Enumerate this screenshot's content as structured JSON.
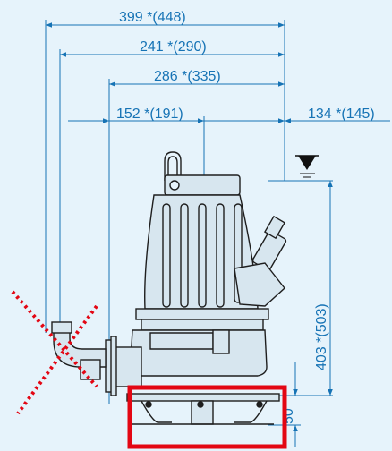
{
  "diagram": {
    "colors": {
      "background": "#e6f3fb",
      "dimension": "#1673b5",
      "outline": "#1e1e1e",
      "body_fill": "#d7e6ef",
      "highlight_red": "#e30613",
      "cross_red": "#e30613"
    },
    "dimensions": {
      "overall_width": "399 *(448)",
      "discharge_to_axis": "241 *(290)",
      "base_width": "286 *(335)",
      "flange_to_center": "152 *(191)",
      "center_to_side": "134 *(145)",
      "overall_height": "403 *(503)",
      "base_height": "50"
    },
    "symbols": {
      "water_level": "water-level-triangle"
    }
  }
}
